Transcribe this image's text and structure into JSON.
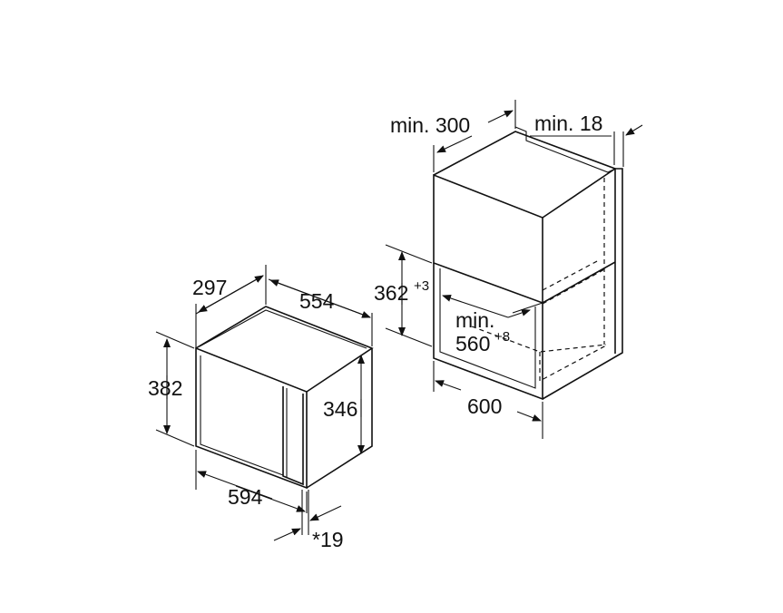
{
  "oven": {
    "depth_total": "297",
    "width_top": "554",
    "height_total": "382",
    "height_inner": "346",
    "width_front": "594",
    "panel_note": "*19"
  },
  "niche": {
    "top_clearance": "min. 300",
    "rear_clearance": "min. 18",
    "opening_height": "362",
    "opening_height_tol": "+3",
    "min_label": "min.",
    "min_depth": "560",
    "min_depth_tol": "+8",
    "width": "600"
  },
  "colors": {
    "line": "#111111",
    "background": "#ffffff"
  }
}
